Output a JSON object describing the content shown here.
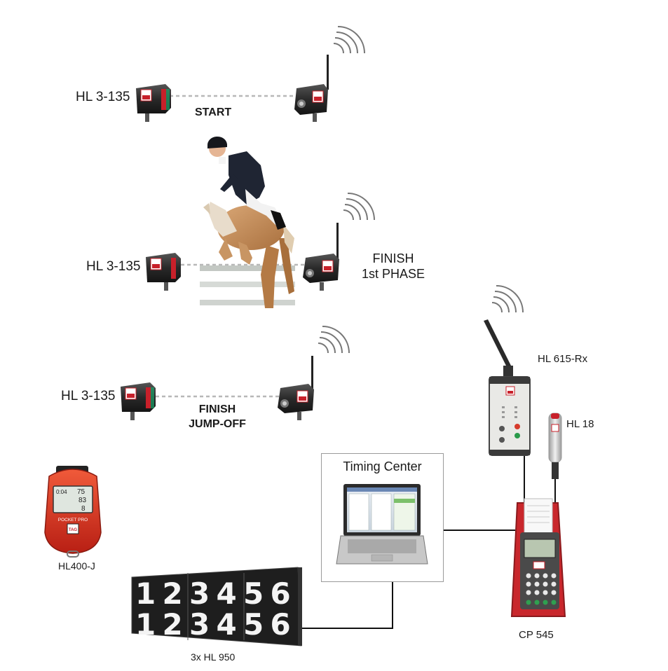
{
  "labels": {
    "start_sensor": "HL 3-135",
    "start": "START",
    "finish1_sensor": "HL 3-135",
    "finish1_line1": "FINISH",
    "finish1_line2": "1st PHASE",
    "jumpoff_sensor": "HL 3-135",
    "jumpoff_line1": "FINISH",
    "jumpoff_line2": "JUMP-OFF",
    "receiver": "HL 615-Rx",
    "pushbutton": "HL 18",
    "timing_center": "Timing Center",
    "stopwatch": "HL400-J",
    "printer": "CP 545",
    "scoreboard": "3x HL 950"
  },
  "stopwatch_text": {
    "brand": "POCKET PRO",
    "r1": "0:04",
    "r1b": "75",
    "r2": "83",
    "r3": "8",
    "logo": "TAG"
  },
  "scoreboard_digits": [
    "1",
    "2",
    "3",
    "4",
    "5",
    "6"
  ],
  "brand_logo": "TAG",
  "colors": {
    "sensor_body": "#2c2c2c",
    "brand_red": "#c8202a",
    "stopwatch_red": "#e03a24",
    "dashed_line": "#b8b8b8",
    "cable": "#111111",
    "display_bg": "#1e1e1e"
  }
}
